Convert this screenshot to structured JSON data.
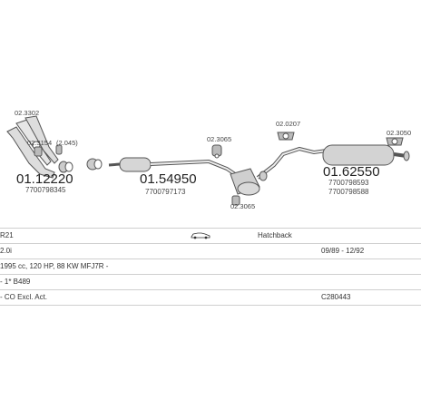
{
  "diagram": {
    "refs": {
      "r1": "02.3302",
      "r2": "02.3154",
      "r3": "(2.045)",
      "r4": "02.3065",
      "r5": "02.0207",
      "r6": "02.3050",
      "r7": "02.3065"
    },
    "parts": [
      {
        "number": "01.12220",
        "oe": "7700798345"
      },
      {
        "number": "01.54950",
        "oe": "7700797173"
      },
      {
        "number": "01.62550",
        "oe1": "7700798593",
        "oe2": "7700798588"
      }
    ]
  },
  "table": {
    "model": "R21",
    "body": "Hatchback",
    "engine": "2.0i",
    "years": "09/89 - 12/92",
    "spec": "1995 cc, 120 HP, 88 KW MFJ7R -",
    "chassis": "- 1* B489",
    "note": "- CO Excl. Act.",
    "code": "C280443"
  }
}
